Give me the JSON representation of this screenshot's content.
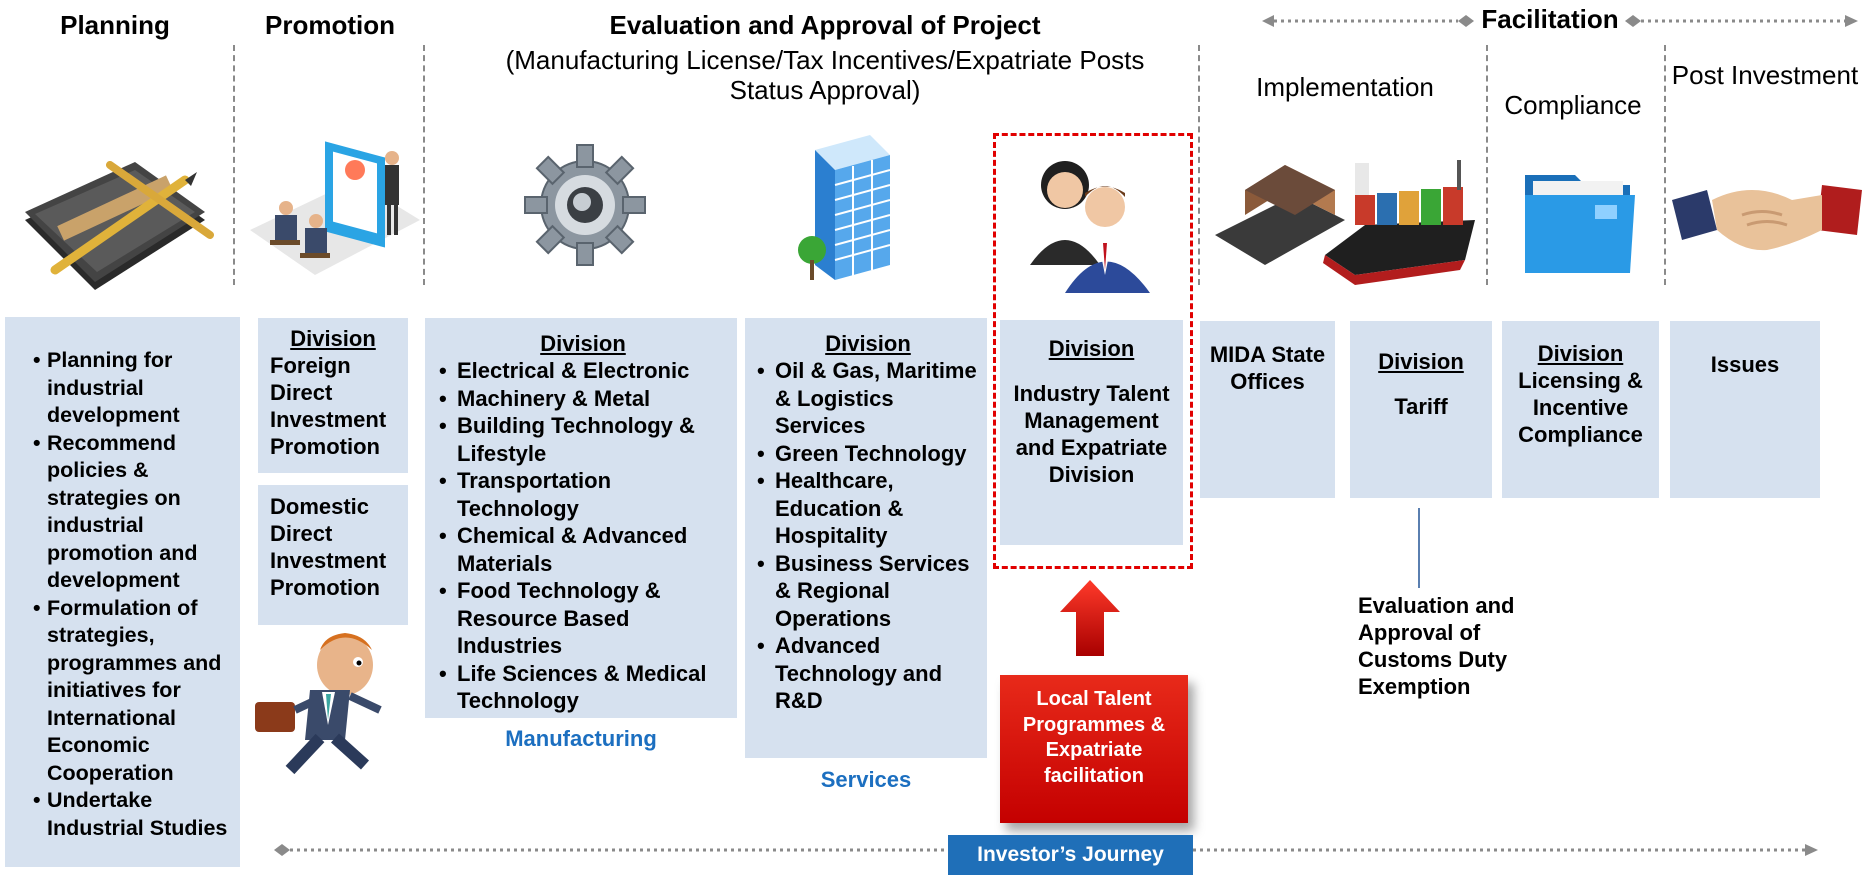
{
  "headers": {
    "planning": "Planning",
    "promotion": "Promotion",
    "evaluation_title": "Evaluation and Approval of Project",
    "evaluation_subtitle": "(Manufacturing License/Tax Incentives/Expatriate Posts Status Approval)",
    "facilitation": "Facilitation",
    "implementation": "Implementation",
    "compliance": "Compliance",
    "post_investment": "Post Investment"
  },
  "planning_box": {
    "items": [
      "Planning for industrial development",
      "Recommend policies & strategies on industrial promotion and development",
      "Formulation of strategies, programmes and initiatives for International Economic Cooperation",
      "Undertake Industrial Studies"
    ]
  },
  "promotion_boxes": {
    "division_label": "Division",
    "fdi": "Foreign Direct Investment Promotion",
    "ddi": "Domestic Direct Investment Promotion"
  },
  "manufacturing_box": {
    "division_label": "Division",
    "items": [
      "Electrical & Electronic",
      "Machinery & Metal",
      "Building Technology & Lifestyle",
      "Transportation Technology",
      "Chemical & Advanced Materials",
      "Food Technology & Resource Based Industries",
      "Life Sciences & Medical Technology"
    ],
    "caption": "Manufacturing"
  },
  "services_box": {
    "division_label": "Division",
    "items": [
      "Oil & Gas, Maritime & Logistics Services",
      "Green Technology",
      "Healthcare, Education & Hospitality",
      "Business Services & Regional Operations",
      "Advanced Technology and R&D"
    ],
    "caption": "Services"
  },
  "talent_box": {
    "division_label": "Division",
    "text": "Industry Talent Management and Expatriate Division"
  },
  "local_talent_box": {
    "text": "Local Talent Programmes & Expatriate facilitation"
  },
  "mida_box": {
    "text": "MIDA State Offices"
  },
  "tariff_box": {
    "division_label": "Division",
    "text": "Tariff"
  },
  "licensing_box": {
    "division_label": "Division",
    "text": "Licensing & Incentive Compliance"
  },
  "issues_box": {
    "text": "Issues"
  },
  "customs_note": {
    "text": "Evaluation and Approval of Customs Duty Exemption"
  },
  "journey": {
    "label": "Investor’s Journey"
  },
  "colors": {
    "box_fill": "#d6e1ef",
    "accent_blue": "#1c6fc0",
    "highlight_red": "#e10000",
    "journey_blue": "#1f6fb8"
  },
  "icons": {
    "planning": "folder-ruler-pencil-icon",
    "promotion": "presentation-icon",
    "manufacturing": "gear-icon",
    "services": "office-building-icon",
    "talent": "business-people-icon",
    "implementation": "factory-ship-icon",
    "compliance": "blue-folder-icon",
    "post_investment": "handshake-icon",
    "runner": "running-businessman-icon"
  }
}
